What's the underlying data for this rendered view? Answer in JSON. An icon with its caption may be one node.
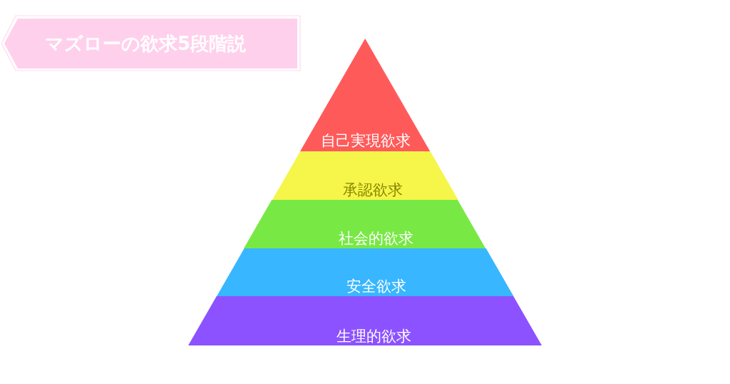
{
  "diagram": {
    "title": "マズローの欲求5段階説",
    "nodes": [
      {
        "text": [
          "自己実現欲求"
        ]
      },
      {
        "text": [
          "承認欲求"
        ]
      },
      {
        "text": [
          "社会的欲求"
        ]
      },
      {
        "text": [
          "安全欲求"
        ]
      },
      {
        "text": [
          "生理的欲求"
        ]
      }
    ]
  }
}
